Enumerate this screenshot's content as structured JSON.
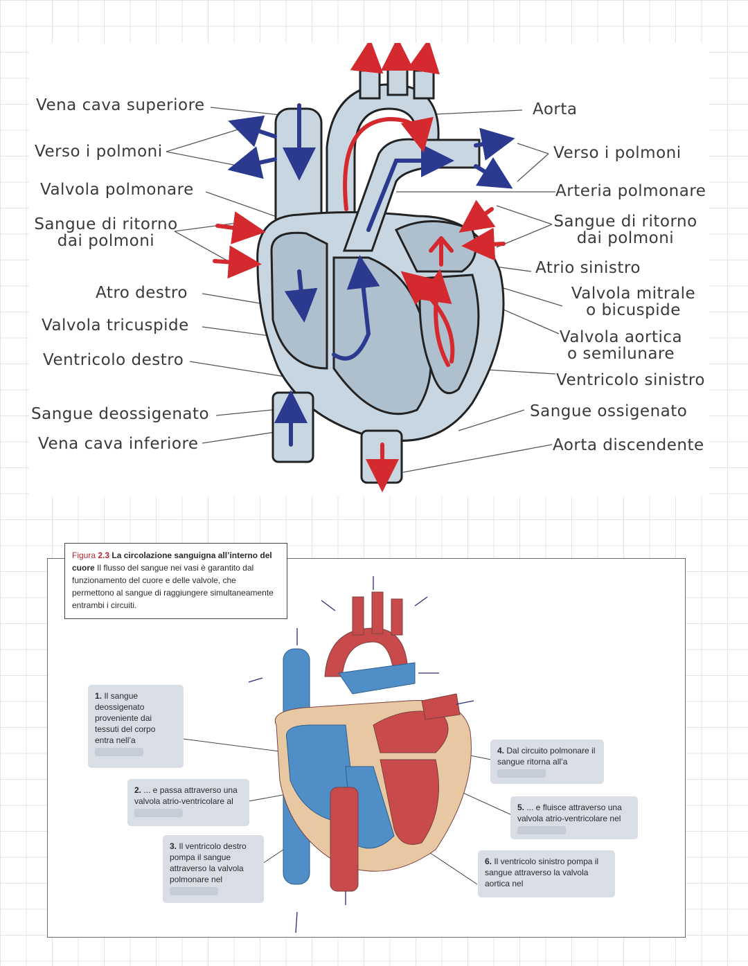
{
  "top_diagram": {
    "labels_left": {
      "vena_cava_superiore": "Vena cava superiore",
      "verso_i_polmoni": "Verso i polmoni",
      "valvola_polmonare": "Valvola polmonare",
      "sangue_di_ritorno_1": "Sangue di ritorno",
      "sangue_di_ritorno_2": "dai polmoni",
      "atro_destro": "Atro destro",
      "valvola_tricuspide": "Valvola tricuspide",
      "ventricolo_destro": "Ventricolo destro",
      "sangue_deossigenato": "Sangue deossigenato",
      "vena_cava_inferiore": "Vena cava inferiore"
    },
    "labels_right": {
      "aorta": "Aorta",
      "verso_i_polmoni": "Verso i polmoni",
      "arteria_polmonare": "Arteria polmonare",
      "sangue_di_ritorno_1": "Sangue di ritorno",
      "sangue_di_ritorno_2": "dai polmoni",
      "atrio_sinistro": "Atrio sinistro",
      "valvola_mitrale_1": "Valvola mitrale",
      "valvola_mitrale_2": "o bicuspide",
      "valvola_aortica_1": "Valvola aortica",
      "valvola_aortica_2": "o semilunare",
      "ventricolo_sinistro": "Ventricolo sinistro",
      "sangue_ossigenato": "Sangue ossigenato",
      "aorta_discendente": "Aorta discendente"
    }
  },
  "bottom_figure": {
    "caption": {
      "fig_prefix": "Figura ",
      "fig_number": "2.3",
      "title": " La circolazione sanguigna all’interno del cuore",
      "body": " Il flusso del sangue nei vasi è garantito dal funzionamento del cuore e delle valvole, che permettono al sangue di raggiungere simultaneamente entrambi i circuiti."
    },
    "steps": [
      {
        "num": "1.",
        "text": " Il sangue deossigenato proveniente dai tessuti del corpo entra nell’a"
      },
      {
        "num": "2.",
        "text": " ... e passa attraverso una valvola atrio-ventricolare al"
      },
      {
        "num": "3.",
        "text": " Il ventricolo destro pompa il sangue attraverso la valvola polmonare nel"
      },
      {
        "num": "4.",
        "text": " Dal circuito polmonare il sangue ritorna all’a"
      },
      {
        "num": "5.",
        "text": " ... e fluisce attraverso una valvola atrio-ventricolare nel"
      },
      {
        "num": "6.",
        "text": " Il ventricolo sinistro pompa il sangue attraverso la valvola aortica nel"
      }
    ]
  },
  "colors": {
    "oxygenated": "#d42a2f",
    "deoxygenated": "#2b3a8f",
    "heart_fill": "#c8d6e2",
    "bottom_red": "#c84a4a",
    "bottom_blue": "#4f8ec6"
  }
}
